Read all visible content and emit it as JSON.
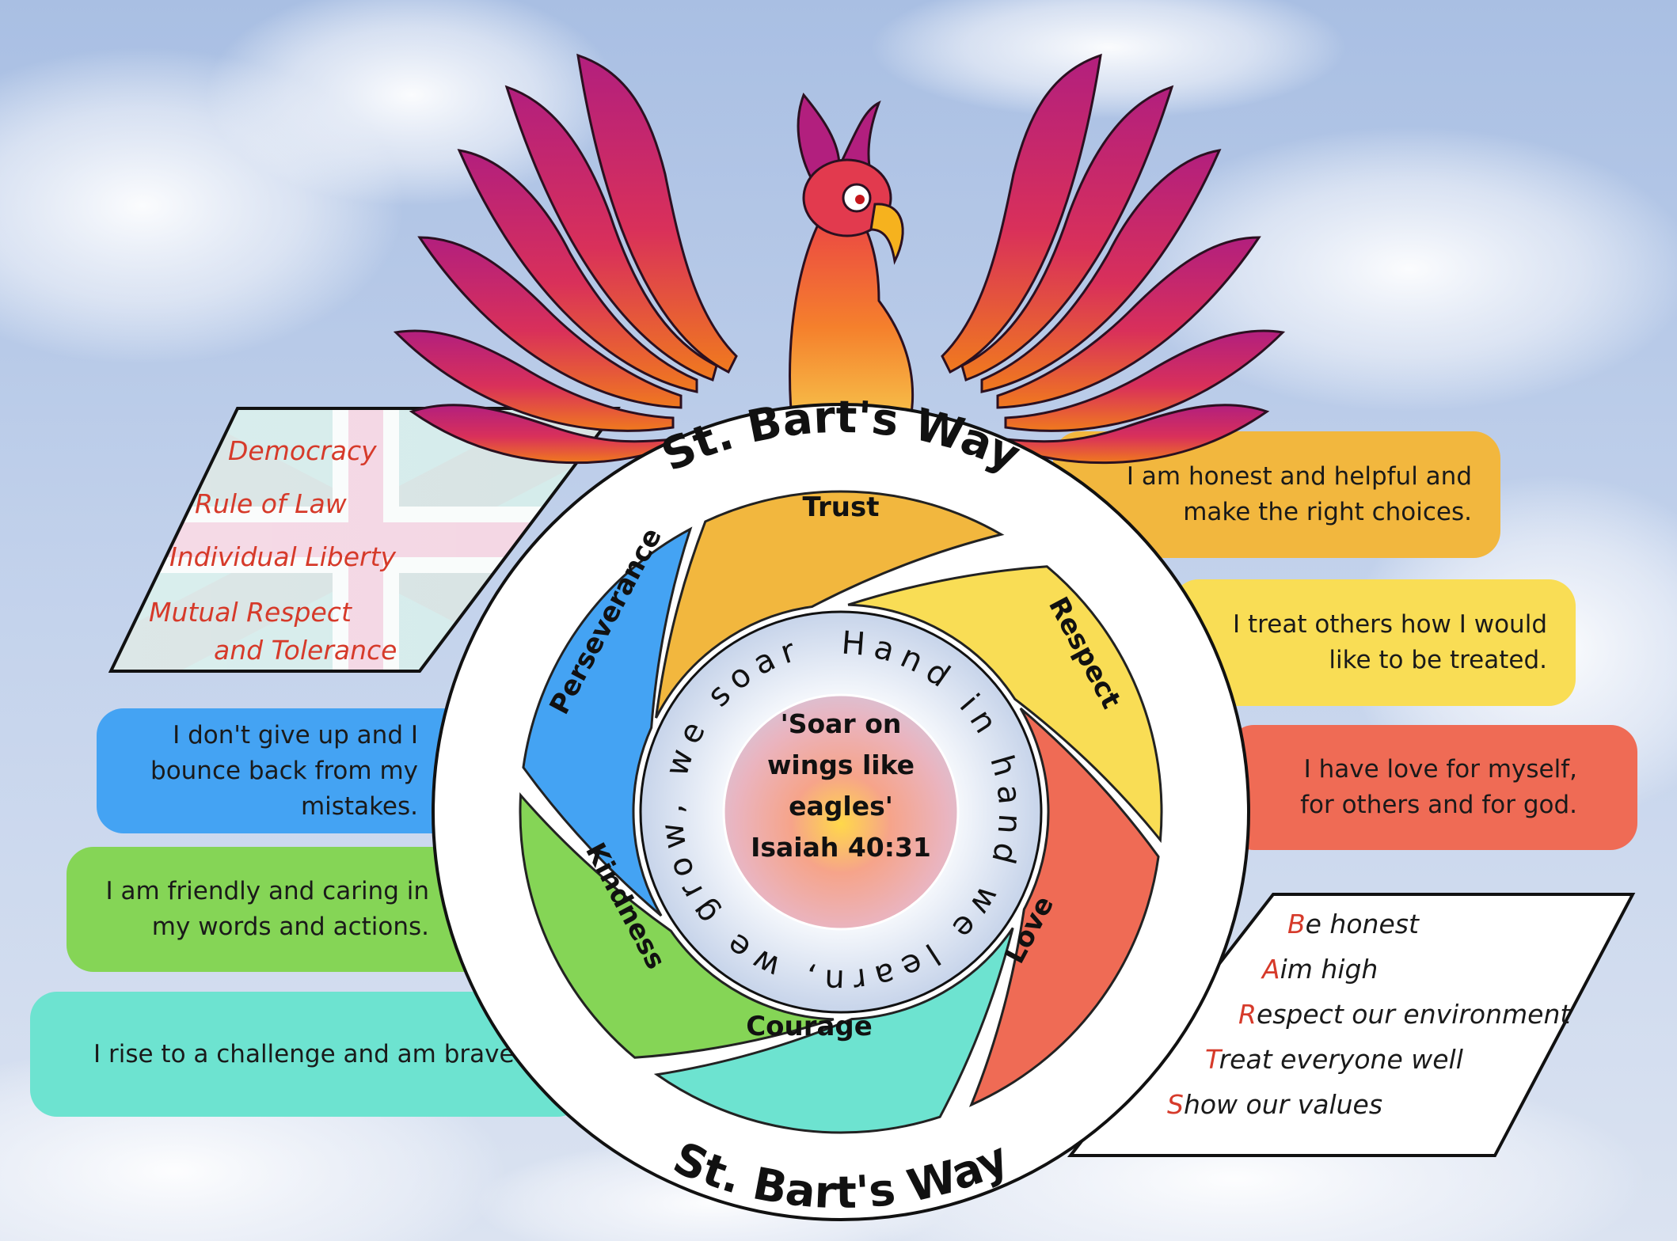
{
  "colors": {
    "trust": "#f2b73e",
    "respect": "#f9dd55",
    "love": "#ef6b55",
    "courage": "#6de3d0",
    "kindness": "#85d556",
    "perseverance": "#44a3f3",
    "accent_red": "#d63a2a"
  },
  "icons": {
    "mascot": "phoenix-icon",
    "flag": "union-jack-icon"
  },
  "header": {
    "top_arc": [
      "St.",
      "Bart's",
      "Way"
    ],
    "bottom_arc": [
      "St.",
      "Bart's",
      "Way"
    ]
  },
  "segments": {
    "trust": "Trust",
    "respect": "Respect",
    "love": "Love",
    "courage": "Courage",
    "kindness": "Kindness",
    "perseverance": "Perseverance"
  },
  "motto": "Hand in hand we learn, we grow, we soar",
  "center": {
    "line1": "'Soar on",
    "line2": "wings like",
    "line3": "eagles'",
    "line4": "Isaiah 40:31"
  },
  "british_values": {
    "v1": "Democracy",
    "v2": "Rule of Law",
    "v3": "Individual Liberty",
    "v4a": "Mutual Respect",
    "v4b": "and Tolerance"
  },
  "statements": {
    "trust": [
      "I am honest and helpful and",
      "make the right choices."
    ],
    "respect": [
      "I treat others how I would",
      "like to be treated."
    ],
    "love": [
      "I have love for myself,",
      "for others and for god."
    ],
    "perseverance": [
      "I don't give up and I",
      "bounce back from my",
      "mistakes."
    ],
    "kindness": [
      "I am friendly and caring in",
      "my words and actions."
    ],
    "courage": [
      "I rise to a challenge and am brave."
    ]
  },
  "bartsway": [
    {
      "cap": "B",
      "rest": "e honest"
    },
    {
      "cap": "A",
      "rest": "im high"
    },
    {
      "cap": "R",
      "rest": "espect our environment"
    },
    {
      "cap": "T",
      "rest": "reat everyone well"
    },
    {
      "cap": "S",
      "rest": "how our values"
    }
  ]
}
